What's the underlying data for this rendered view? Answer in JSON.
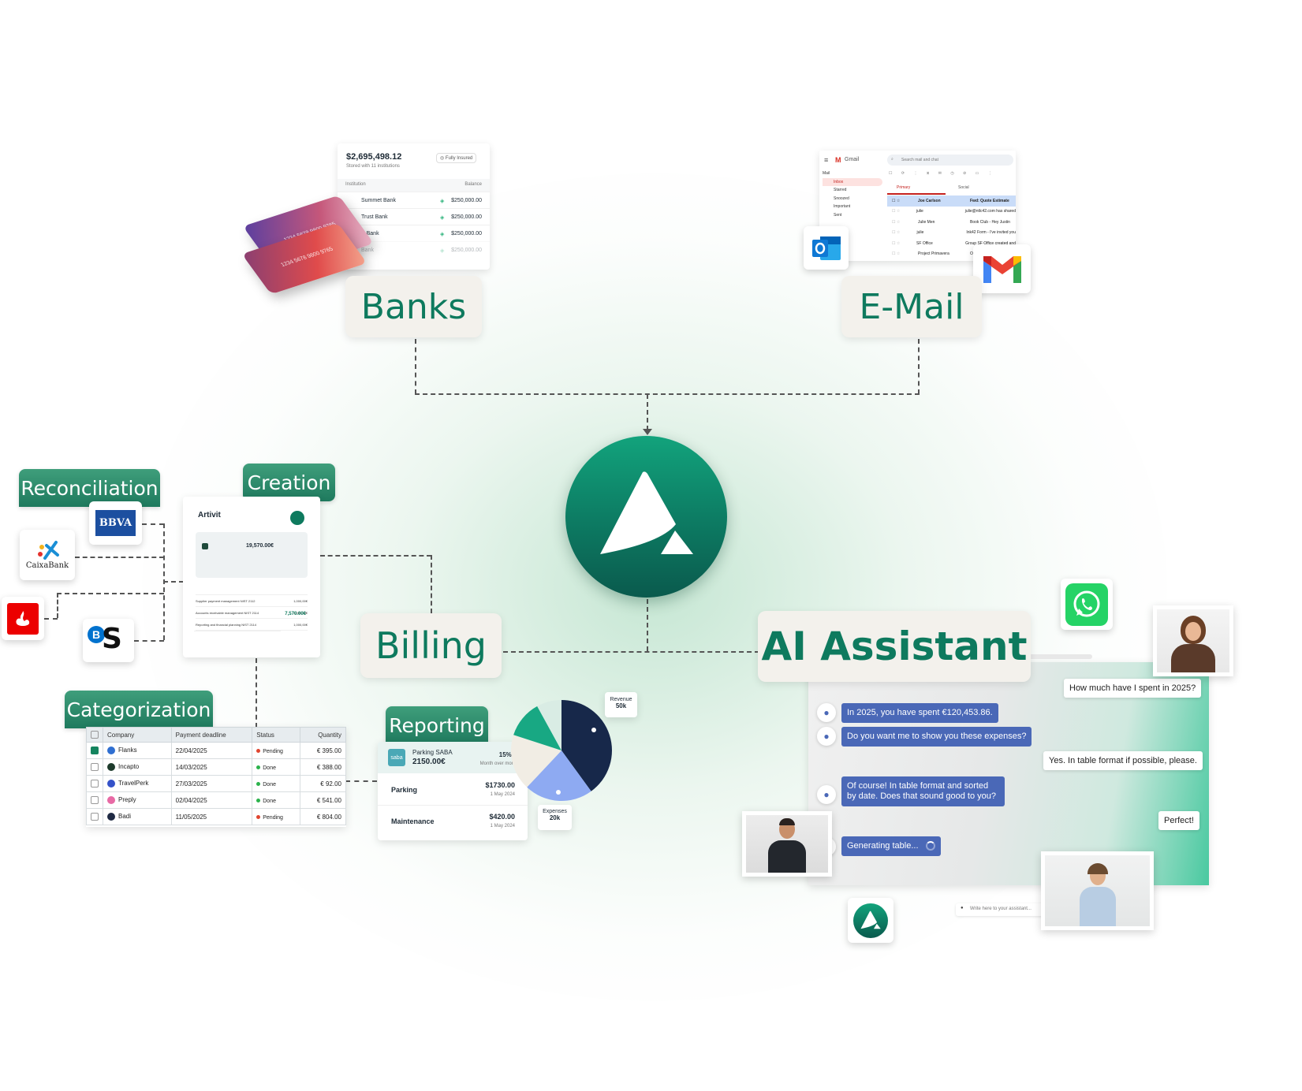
{
  "labels": {
    "banks": "Banks",
    "email": "E-Mail",
    "billing": "Billing",
    "ai_assistant": "AI Assistant",
    "reconciliation": "Reconciliation",
    "creation": "Creation",
    "categorization": "Categorization",
    "reporting": "Reporting"
  },
  "banks_card": {
    "total": "$2,695,498.12",
    "subtitle": "Stored with 11 institutions",
    "badge": "Fully Insured",
    "col_institution": "Institution",
    "col_balance": "Balance",
    "rows": [
      {
        "name": "Summet Bank",
        "balance": "$250,000.00"
      },
      {
        "name": "Trust Bank",
        "balance": "$250,000.00"
      },
      {
        "name": "B Bank",
        "balance": "$250,000.00"
      },
      {
        "name": "Bank",
        "balance": "$250,000.00"
      }
    ],
    "credit_card_number": "1234 5678 9800 9765"
  },
  "gmail": {
    "app_name": "Gmail",
    "search_placeholder": "Search mail and chat",
    "sidebar": [
      "Mail",
      "Inbox",
      "Starred",
      "Snoozed",
      "Important",
      "Sent"
    ],
    "tabs": [
      "Primary",
      "Social"
    ],
    "rows": [
      {
        "from": "Joe Carlson",
        "subject": "Fwd: Quote Estimate"
      },
      {
        "from": "julie",
        "subject": "julie@ntlc42.com has shared"
      },
      {
        "from": "Julie Men",
        "subject": "Book Club - Hey Justin"
      },
      {
        "from": "julie",
        "subject": "Ink42 Form - I've invited you"
      },
      {
        "from": "SF Office",
        "subject": "Group SF Office created and"
      },
      {
        "from": "Project Primavera",
        "subject": "Ora"
      }
    ]
  },
  "invoice": {
    "company": "Artivit",
    "amount": "19,570.00€",
    "total": "7,570.00€",
    "lines": [
      "Supplier payment management NIST 2112",
      "Accounts receivable management NIST 2114",
      "Reporting and financial planning NIST 2114"
    ],
    "line_amounts": [
      "1,000,00€",
      "3,000,00€",
      "1,000,00€"
    ]
  },
  "recon_logos": [
    "BBVA",
    "CaixaBank",
    "Santander",
    "BS"
  ],
  "categorization_table": {
    "headers": [
      "Company",
      "Payment deadline",
      "Status",
      "Quantity"
    ],
    "rows": [
      {
        "company": "Flanks",
        "deadline": "22/04/2025",
        "status": "Pending",
        "quantity": "€ 395.00",
        "checked": true,
        "status_color": "#e0452f",
        "icon_color": "#2f6fd1"
      },
      {
        "company": "Incapto",
        "deadline": "14/03/2025",
        "status": "Done",
        "quantity": "€ 388.00",
        "checked": false,
        "status_color": "#2bb24c",
        "icon_color": "#1d3b2c"
      },
      {
        "company": "TravelPerk",
        "deadline": "27/03/2025",
        "status": "Done",
        "quantity": "€ 92.00",
        "checked": false,
        "status_color": "#2bb24c",
        "icon_color": "#3552c9"
      },
      {
        "company": "Preply",
        "deadline": "02/04/2025",
        "status": "Done",
        "quantity": "€ 541.00",
        "checked": false,
        "status_color": "#2bb24c",
        "icon_color": "#e86aa5"
      },
      {
        "company": "Badi",
        "deadline": "11/05/2025",
        "status": "Pending",
        "quantity": "€ 804.00",
        "checked": false,
        "status_color": "#e0452f",
        "icon_color": "#1f2a44"
      }
    ]
  },
  "reporting_card": {
    "merchant": "Parking SABA",
    "logo_text": "saba",
    "amount": "2150.00€",
    "change": "15%",
    "change_label": "Month over month",
    "items": [
      {
        "name": "Parking",
        "amount": "$1730.00",
        "date": "1 May 2024"
      },
      {
        "name": "Maintenance",
        "amount": "$420.00",
        "date": "1 May 2024"
      }
    ]
  },
  "pie": {
    "revenue_label": "Revenue",
    "revenue_value": "50k",
    "expenses_label": "Expenses",
    "expenses_value": "20k",
    "slices": [
      {
        "value": 40,
        "color": "#17284a"
      },
      {
        "value": 22,
        "color": "#8eaaf2"
      },
      {
        "value": 18,
        "color": "#f1ede4"
      },
      {
        "value": 12,
        "color": "#18a883"
      },
      {
        "value": 8,
        "color": "#d9ece4"
      }
    ]
  },
  "chat": {
    "messages": [
      {
        "role": "user",
        "text": "How much have I spent in 2025?"
      },
      {
        "role": "assistant",
        "text": "In 2025, you have spent €120,453.86."
      },
      {
        "role": "assistant",
        "text": "Do you want me to show you these expenses?"
      },
      {
        "role": "user",
        "text": "Yes. In table format if possible, please."
      },
      {
        "role": "assistant",
        "text": "Of course! In table format and sorted by date. Does that sound good to you?"
      },
      {
        "role": "user",
        "text": "Perfect!"
      },
      {
        "role": "assistant",
        "text": "Generating table..."
      }
    ],
    "input_placeholder": "Write here to your assistant..."
  },
  "colors": {
    "brand_green": "#0e7a5e",
    "hub_top": "#10a07a",
    "hub_bottom": "#0b5a4c",
    "assistant_bubble": "#4a68b7"
  },
  "icons": [
    "whatsapp-icon",
    "outlook-icon",
    "gmail-icon",
    "artivit-logo-icon"
  ]
}
